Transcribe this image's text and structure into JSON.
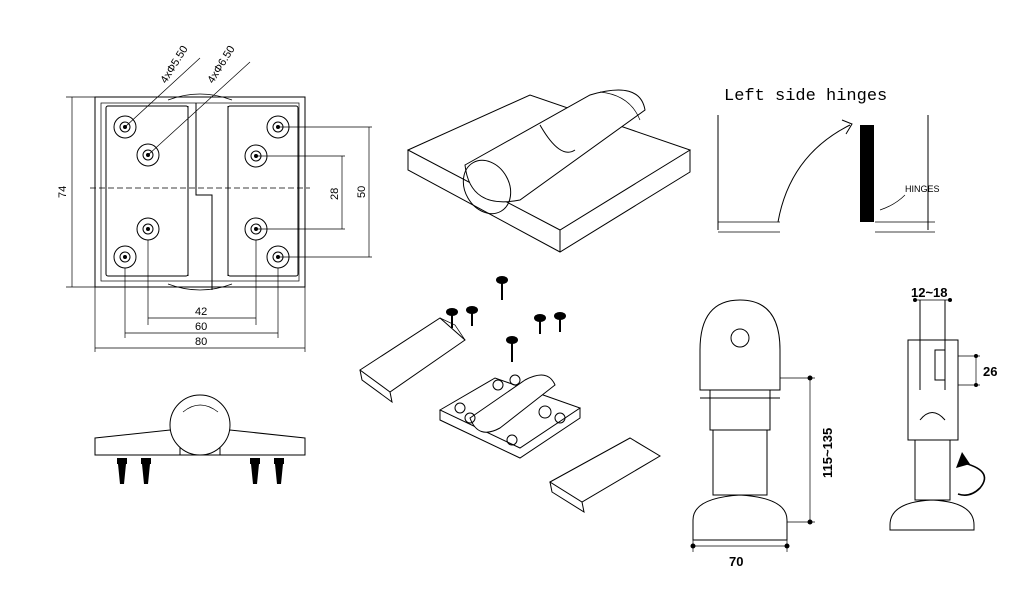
{
  "front_view": {
    "hole_small": "4xΦ5.50",
    "hole_large": "4xΦ6.50",
    "dim_height": "74",
    "dim_42": "42",
    "dim_60": "60",
    "dim_80": "80",
    "dim_28": "28",
    "dim_50": "50"
  },
  "door_diagram": {
    "title": "Left side hinges",
    "hinges_label": "HINGES"
  },
  "leg_front": {
    "dim_width": "70",
    "dim_height": "115~135"
  },
  "leg_side": {
    "dim_top": "12~18",
    "dim_side": "26"
  }
}
